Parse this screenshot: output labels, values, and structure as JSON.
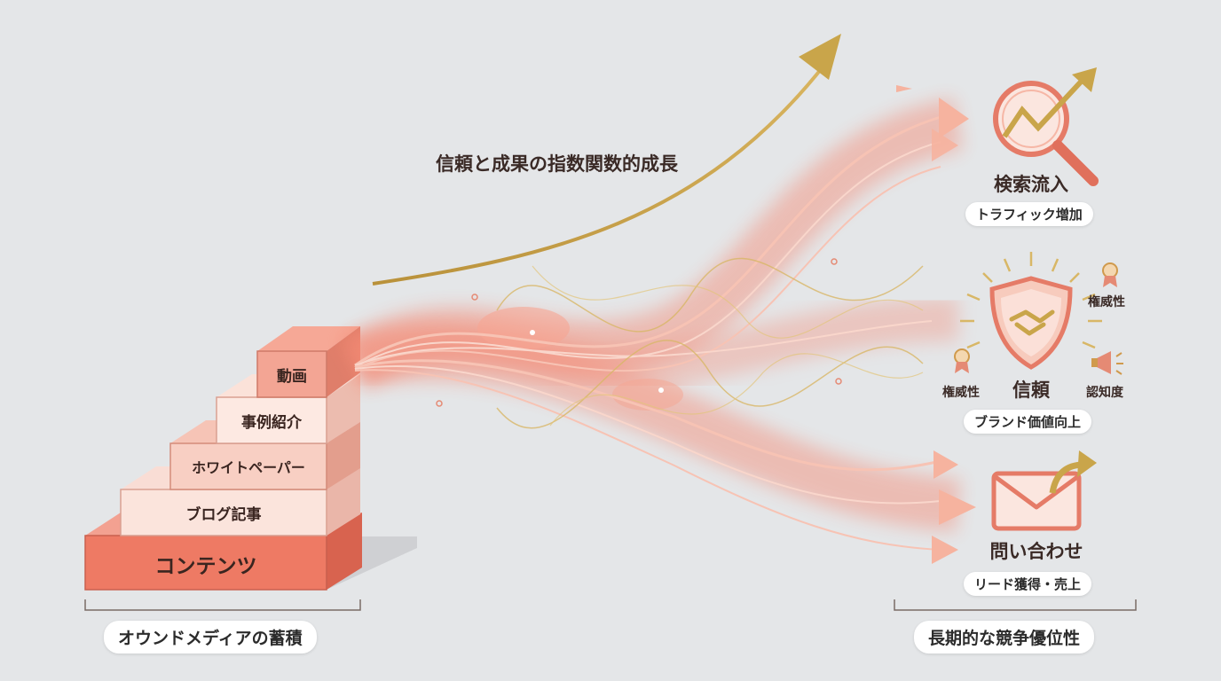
{
  "colors": {
    "background": "#e4e6e8",
    "coral": "#f07a66",
    "coral_light": "#f8c5b8",
    "gold": "#c9a54a"
  },
  "stack": {
    "layers": [
      {
        "label": "動画"
      },
      {
        "label": "事例紹介"
      },
      {
        "label": "ホワイトペーパー"
      },
      {
        "label": "ブログ記事"
      },
      {
        "label": "コンテンツ"
      }
    ],
    "caption": "オウンドメディアの蓄積"
  },
  "growth_arrow": {
    "label": "信頼と成果の指数関数的成長"
  },
  "outcomes": {
    "search": {
      "icon": "magnifier-trend-icon",
      "title": "検索流入",
      "subtitle": "トラフィック増加"
    },
    "trust": {
      "icon": "shield-handshake-icon",
      "title": "信頼",
      "subtitle": "ブランド価値向上",
      "badge_top": "権威性",
      "badge_left": "権威性",
      "badge_right": "認知度"
    },
    "inquiry": {
      "icon": "envelope-arrow-icon",
      "title": "問い合わせ",
      "subtitle": "リード獲得・売上"
    },
    "caption": "長期的な競争優位性"
  }
}
